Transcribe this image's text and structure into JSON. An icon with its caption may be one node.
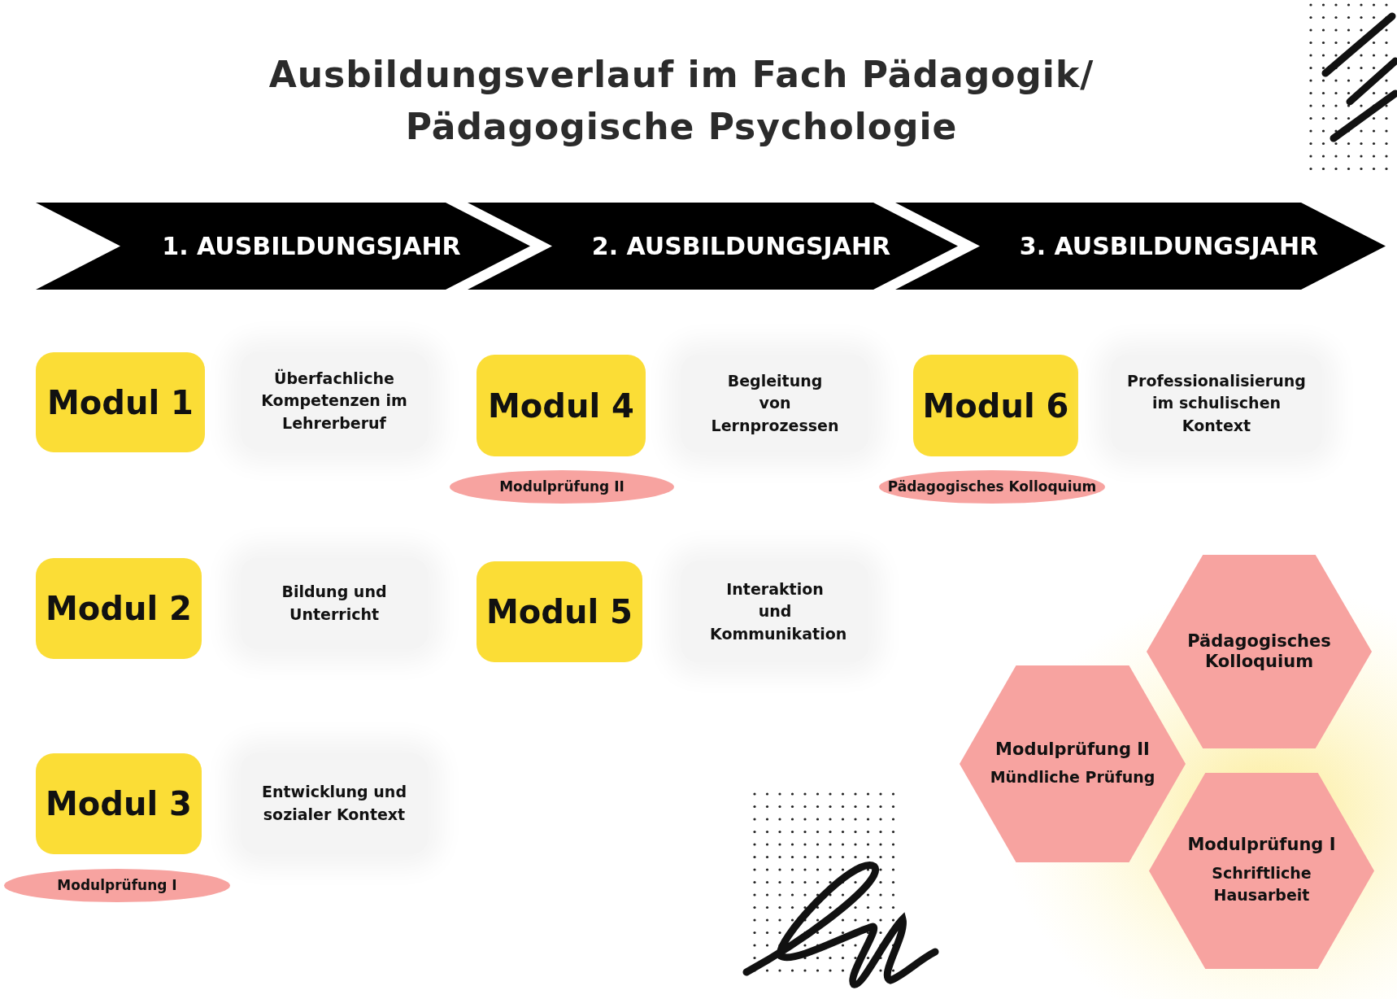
{
  "diagram": {
    "title": "Ausbildungsverlauf im Fach Pädagogik/ Pädagogische Psychologie",
    "nodes": [
      {
        "text": [
          "1. AUSBILDUNGSJAHR"
        ]
      },
      {
        "text": [
          "2. AUSBILDUNGSJAHR"
        ]
      },
      {
        "text": [
          "3. AUSBILDUNGSJAHR"
        ]
      },
      {
        "text": [
          "Modul 1"
        ]
      },
      {
        "text": [
          "Überfachliche Kompetenzen im Lehrerberuf"
        ]
      },
      {
        "text": [
          "Modul 4"
        ]
      },
      {
        "text": [
          "Begleitung von Lernprozessen"
        ]
      },
      {
        "text": [
          "Modul 6"
        ]
      },
      {
        "text": [
          "Professionalisierung im schulischen Kontext"
        ]
      },
      {
        "text": [
          "Modulprüfung II"
        ]
      },
      {
        "text": [
          "Pädagogisches Kolloquium"
        ]
      },
      {
        "text": [
          "Modul 2"
        ]
      },
      {
        "text": [
          "Bildung und Unterricht"
        ]
      },
      {
        "text": [
          "Modul 5"
        ]
      },
      {
        "text": [
          "Interaktion und Kommunikation"
        ]
      },
      {
        "text": [
          "Pädagogisches Kolloquium"
        ]
      },
      {
        "text": [
          "Modulprüfung II",
          "Mündliche Prüfung"
        ]
      },
      {
        "text": [
          "Modul 3"
        ]
      },
      {
        "text": [
          "Entwicklung und sozialer Kontext"
        ]
      },
      {
        "text": [
          "Modulprüfung I",
          "Schriftliche Hausarbeit"
        ]
      },
      {
        "text": [
          "Modulprüfung I"
        ]
      }
    ]
  }
}
